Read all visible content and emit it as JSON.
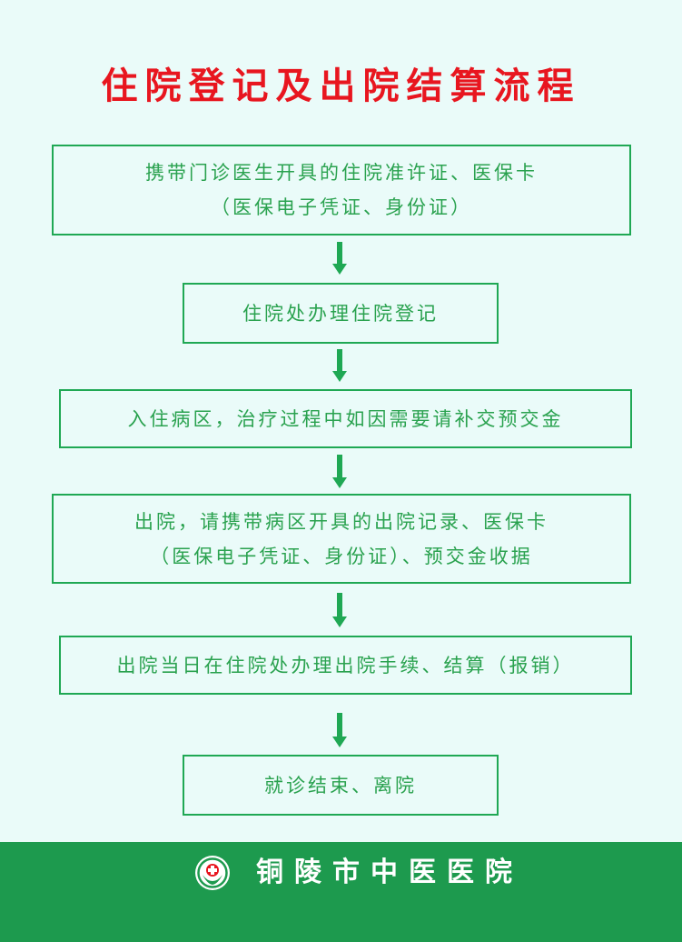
{
  "title": "住院登记及出院结算流程",
  "steps": [
    {
      "line1": "携带门诊医生开具的住院准许证、医保卡",
      "line2": "（医保电子凭证、身份证）"
    },
    {
      "line1": "住院处办理住院登记",
      "line2": ""
    },
    {
      "line1": "入住病区，治疗过程中如因需要请补交预交金",
      "line2": ""
    },
    {
      "line1": "出院，请携带病区开具的出院记录、医保卡",
      "line2": "（医保电子凭证、身份证）、预交金收据"
    },
    {
      "line1": "出院当日在住院处办理出院手续、结算（报销）",
      "line2": ""
    },
    {
      "line1": "就诊结束、离院",
      "line2": ""
    }
  ],
  "footer": {
    "hospital_name": "铜陵市中医医院",
    "logo_icon": "hospital-logo-icon"
  },
  "colors": {
    "background": "#eafbf9",
    "title": "#e8161f",
    "accent_green": "#1fa854",
    "step_text": "#2aa24f",
    "footer_band": "#1d9a4e"
  }
}
